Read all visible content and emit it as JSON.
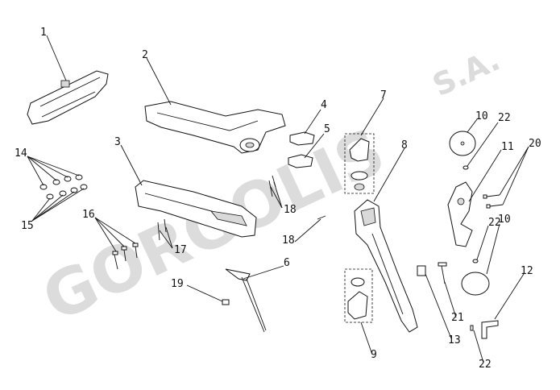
{
  "watermark": {
    "main": "GORGOLIS",
    "suffix": "S.A."
  },
  "callouts": [
    "1",
    "2",
    "3",
    "4",
    "5",
    "6",
    "7",
    "8",
    "9",
    "10",
    "10",
    "11",
    "12",
    "13",
    "14",
    "15",
    "16",
    "17",
    "18",
    "18",
    "19",
    "20",
    "21",
    "22",
    "22",
    "22"
  ]
}
